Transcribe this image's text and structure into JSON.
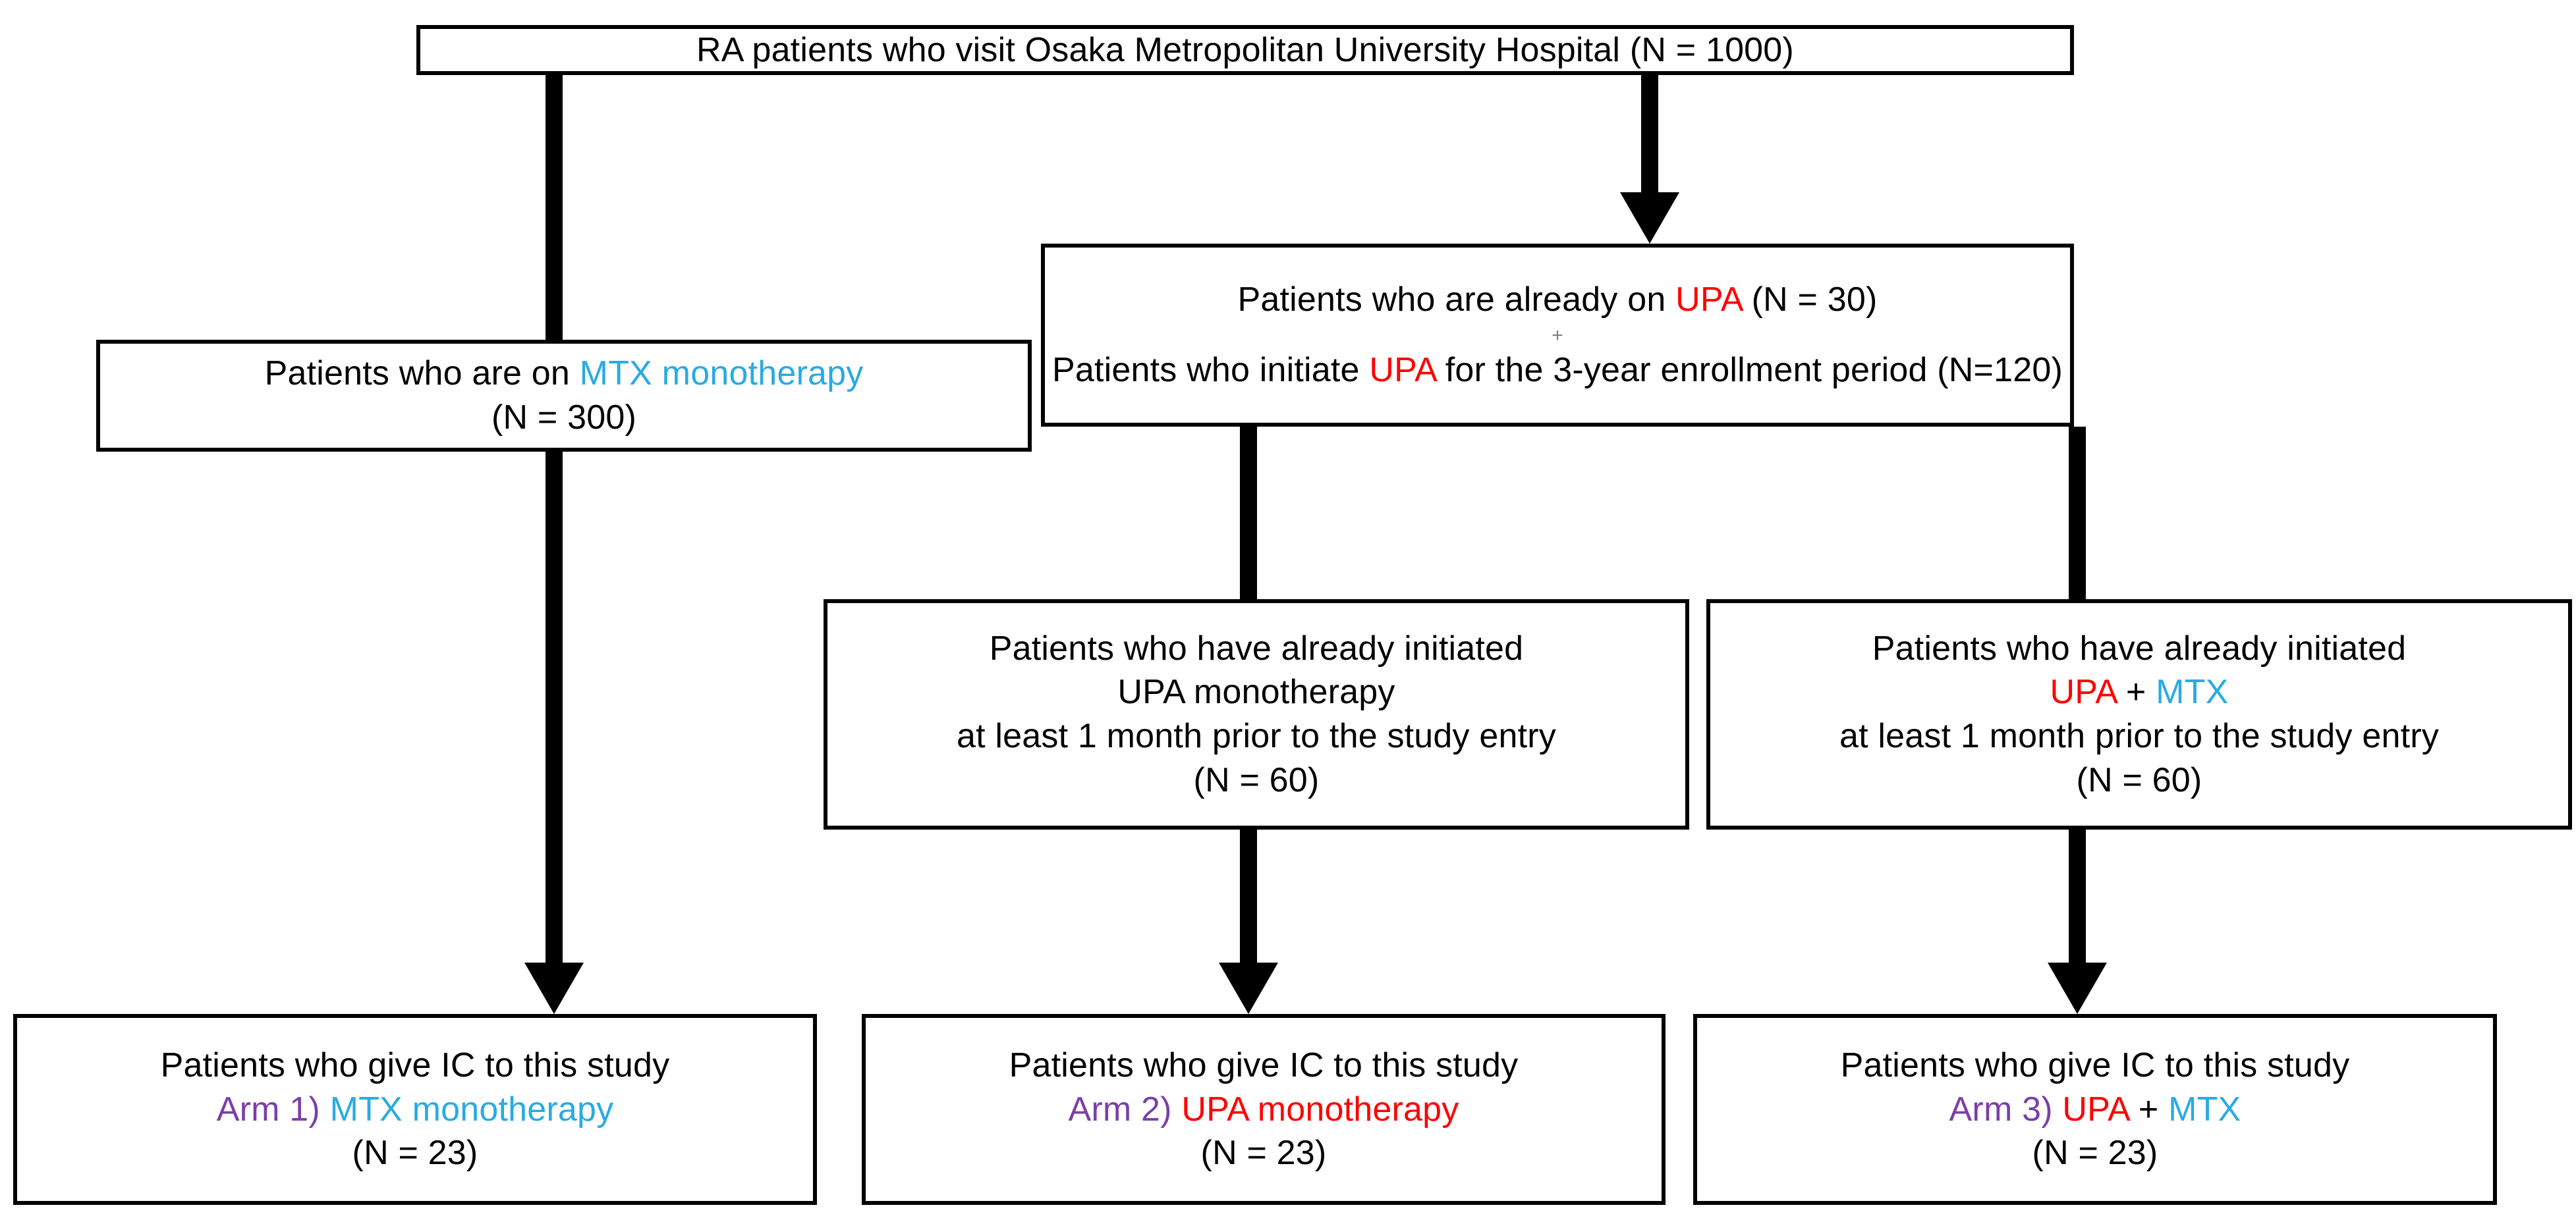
{
  "diagram": {
    "title": "RA patient enrollment flowchart",
    "colors": {
      "upa": "#ff0000",
      "mtx": "#29abe2",
      "arm": "#7b3fa8",
      "text": "#000000",
      "box_border": "#000000",
      "plus_separator": "#7f7f7f"
    },
    "boxes": {
      "source": {
        "line1": "RA patients who visit Osaka Metropolitan University Hospital (N = 1000)"
      },
      "mtx_mono": {
        "line1_prefix": "Patients who are on ",
        "line1_drug": "MTX monotherapy",
        "line2": "(N = 300)"
      },
      "upa_pool": {
        "line1_prefix": "Patients who are already on ",
        "line1_drug": "UPA",
        "line1_suffix": " (N = 30)",
        "separator": "+",
        "line2_prefix": "Patients who initiate ",
        "line2_drug": "UPA",
        "line2_suffix": " for the 3-year enrollment period (N=120)"
      },
      "upa_mono_eligible": {
        "line1": "Patients who have already initiated",
        "line2_drug": "UPA monotherapy",
        "line3": "at least 1 month prior to the study entry",
        "line4": "(N = 60)"
      },
      "upa_mtx_eligible": {
        "line1": "Patients who have already initiated",
        "line2_drug_a": "UPA",
        "line2_plus": " + ",
        "line2_drug_b": "MTX",
        "line3": "at least 1 month prior to the study entry",
        "line4": "(N = 60)"
      },
      "arm1": {
        "line1": "Patients who give IC to this study",
        "line2_arm": "Arm 1) ",
        "line2_drug": "MTX monotherapy",
        "line3": "(N = 23)"
      },
      "arm2": {
        "line1": "Patients who give IC to this study",
        "line2_arm": "Arm 2) ",
        "line2_drug": "UPA monotherapy",
        "line3": "(N = 23)"
      },
      "arm3": {
        "line1": "Patients who give IC to this study",
        "line2_arm": "Arm 3) ",
        "line2_drug_a": "UPA",
        "line2_plus": " + ",
        "line2_drug_b": "MTX",
        "line3": "(N = 23)"
      }
    }
  }
}
